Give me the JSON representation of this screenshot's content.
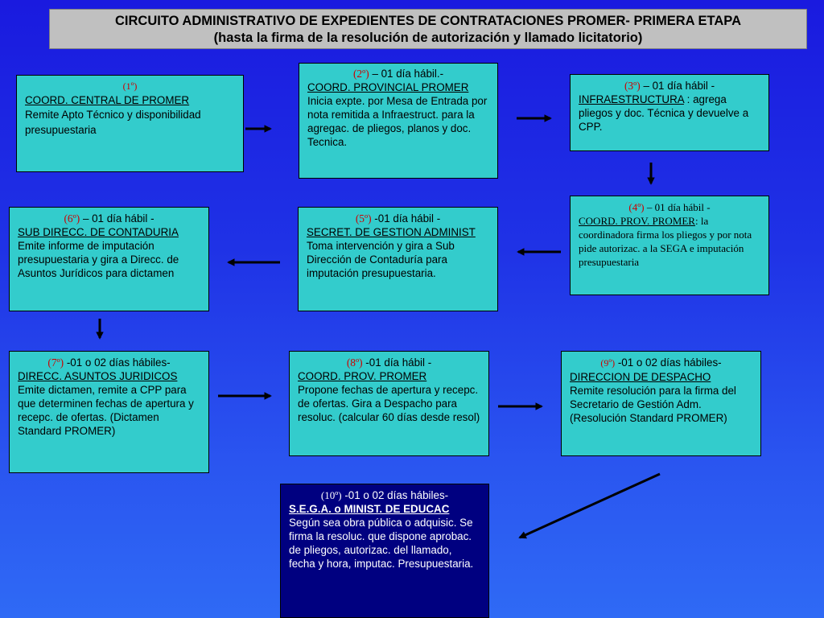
{
  "title": {
    "line1": "CIRCUITO ADMINISTRATIVO DE EXPEDIENTES DE CONTRATACIONES PROMER- PRIMERA ETAPA",
    "line2": "(hasta la firma de la resolución de autorización y llamado licitatorio)"
  },
  "steps": [
    {
      "num": "(1º)",
      "time": "",
      "org": "COORD. CENTRAL DE PROMER",
      "sep": "",
      "text": "Remite Apto Técnico y disponibilidad presupuestaria"
    },
    {
      "num": "(2º)",
      "time": " – 01 día hábil.-",
      "org": "COORD. PROVINCIAL PROMER",
      "sep": "",
      "text": "Inicia expte. por Mesa de Entrada por nota remitida a Infraestruct. para la agregac. de pliegos, planos y doc. Tecnica."
    },
    {
      "num": "(3º)",
      "time": " – 01 día hábil -",
      "org": "INFRAESTRUCTURA",
      "sep": " : agrega pliegos y doc. Técnica y devuelve a CPP.",
      "text": ""
    },
    {
      "num": "(4º)",
      "time": " – 01 día hábil -",
      "org": "COORD. PROV. PROMER",
      "sep": ": la coordinadora firma los pliegos y por nota pide autorizac. a la SEGA e imputación presupuestaria",
      "text": ""
    },
    {
      "num": "(5º)",
      "time": " -01 día hábil -",
      "org": "SECRET. DE GESTION ADMINIST",
      "sep": "",
      "text": "Toma intervención y gira a Sub Dirección de Contaduría para imputación presupuestaria."
    },
    {
      "num": "(6º)",
      "time": " – 01 día hábil -",
      "org": "SUB DIRECC. DE CONTADURIA",
      "sep": "",
      "text": "Emite informe de imputación presupuestaria y gira a Direcc. de Asuntos Jurídicos para dictamen"
    },
    {
      "num": "(7º)",
      "time": "  -01 o 02 días hábiles-",
      "org": "DIRECC. ASUNTOS JURIDICOS",
      "sep": "",
      "text": "Emite dictamen, remite a CPP para que determinen fechas de apertura y recepc. de ofertas. (Dictamen Standard PROMER)"
    },
    {
      "num": "(8º)",
      "time": " -01 día hábil -",
      "org": "COORD. PROV. PROMER",
      "sep": "",
      "text": "Propone fechas de apertura y recepc. de ofertas. Gira a Despacho para resoluc. (calcular 60 días desde resol)"
    },
    {
      "num": "(9º)",
      "time": " -01 o 02 días hábiles-",
      "org": "DIRECCION DE DESPACHO",
      "sep": "",
      "text": "Remite resolución para la firma del Secretario de Gestión Adm. (Resolución Standard PROMER)"
    },
    {
      "num": "(10º)",
      "time": " -01 o 02 días hábiles-",
      "org": "S.E.G.A. o MINIST. DE EDUCAC",
      "sep": "",
      "text": "Según sea obra pública o adquisic. Se firma la resoluc. que dispone aprobac. de pliegos, autorizac. del llamado, fecha y hora, imputac. Presupuestaria."
    }
  ],
  "colors": {
    "box": "#33cccc",
    "final_box": "#000080",
    "step_number": "#cc0000",
    "title_bg": "#c0c0c0",
    "arrow": "#000000"
  }
}
